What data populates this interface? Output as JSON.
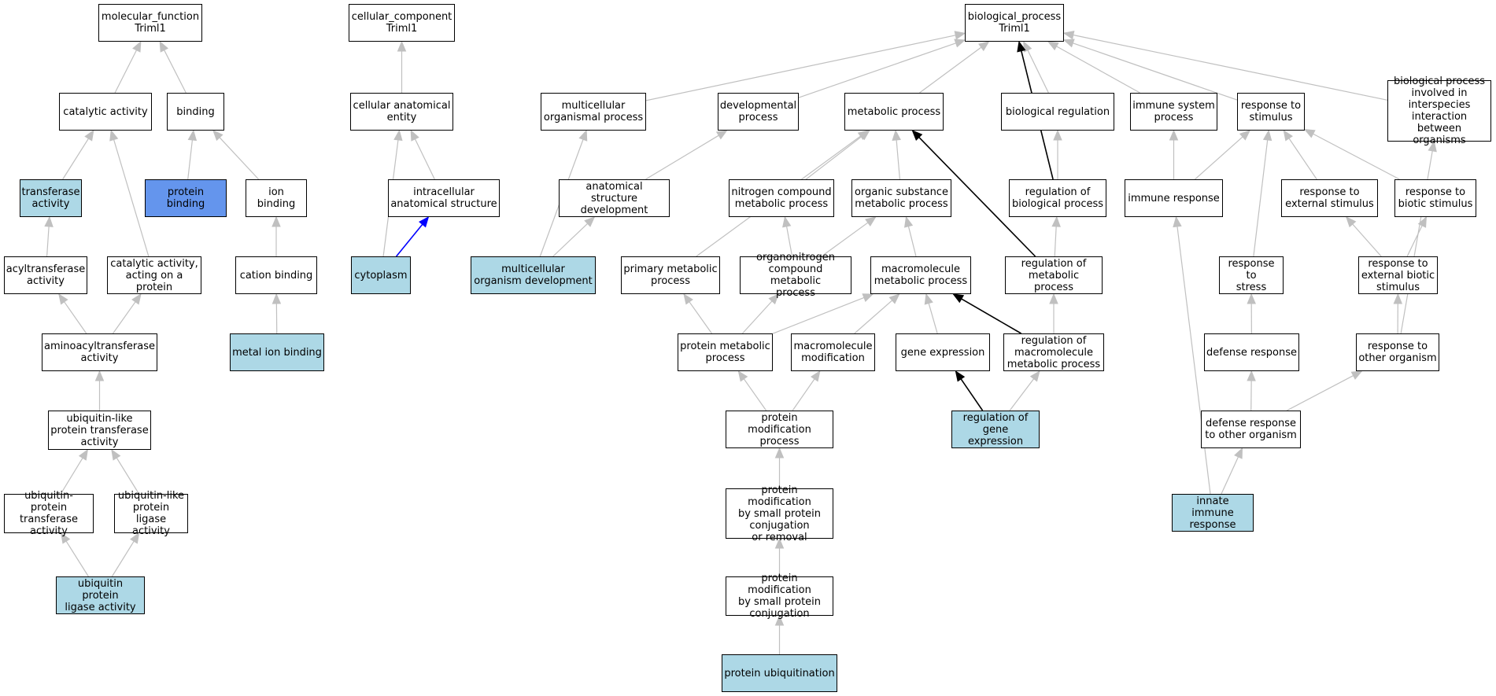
{
  "colors": {
    "annotated": "#add8e6",
    "selected": "#6495ed",
    "edge": "#c0c0c0",
    "regulates": "#000000",
    "part_of": "#0000ff"
  },
  "nodes": {
    "mf_root": {
      "label": "molecular_function\nTriml1",
      "style": "plain"
    },
    "catalytic": {
      "label": "catalytic activity",
      "style": "plain"
    },
    "binding": {
      "label": "binding",
      "style": "plain"
    },
    "transferase": {
      "label": "transferase\nactivity",
      "style": "light"
    },
    "protein_binding": {
      "label": "protein binding",
      "style": "strong"
    },
    "ion_binding": {
      "label": "ion binding",
      "style": "plain"
    },
    "acyltransferase": {
      "label": "acyltransferase\nactivity",
      "style": "plain"
    },
    "catalytic_protein": {
      "label": "catalytic activity,\nacting on a\nprotein",
      "style": "plain"
    },
    "cation_binding": {
      "label": "cation binding",
      "style": "plain"
    },
    "aminoacyl": {
      "label": "aminoacyltransferase\nactivity",
      "style": "plain"
    },
    "metal_ion": {
      "label": "metal ion binding",
      "style": "light"
    },
    "ubl_transferase": {
      "label": "ubiquitin-like\nprotein transferase\nactivity",
      "style": "plain"
    },
    "ub_transferase": {
      "label": "ubiquitin-protein\ntransferase\nactivity",
      "style": "plain"
    },
    "ubl_ligase": {
      "label": "ubiquitin-like\nprotein ligase\nactivity",
      "style": "plain"
    },
    "ub_ligase": {
      "label": "ubiquitin protein\nligase activity",
      "style": "light"
    },
    "cc_root": {
      "label": "cellular_component\nTriml1",
      "style": "plain"
    },
    "cell_anat": {
      "label": "cellular anatomical\nentity",
      "style": "plain"
    },
    "intracellular": {
      "label": "intracellular\nanatomical structure",
      "style": "plain"
    },
    "cytoplasm": {
      "label": "cytoplasm",
      "style": "light"
    },
    "bp_root": {
      "label": "biological_process\nTriml1",
      "style": "plain"
    },
    "multicell": {
      "label": "multicellular\norganismal process",
      "style": "plain"
    },
    "developmental": {
      "label": "developmental\nprocess",
      "style": "plain"
    },
    "metabolic": {
      "label": "metabolic process",
      "style": "plain"
    },
    "bio_reg": {
      "label": "biological regulation",
      "style": "plain"
    },
    "immune_sys": {
      "label": "immune system\nprocess",
      "style": "plain"
    },
    "resp_stim": {
      "label": "response to\nstimulus",
      "style": "plain"
    },
    "interspecies": {
      "label": "biological process\ninvolved in\ninterspecies\ninteraction\nbetween organisms",
      "style": "plain"
    },
    "anat_dev": {
      "label": "anatomical structure\ndevelopment",
      "style": "plain"
    },
    "nitrogen": {
      "label": "nitrogen compound\nmetabolic process",
      "style": "plain"
    },
    "organic": {
      "label": "organic substance\nmetabolic process",
      "style": "plain"
    },
    "reg_bio": {
      "label": "regulation of\nbiological process",
      "style": "plain"
    },
    "immune_resp": {
      "label": "immune response",
      "style": "plain"
    },
    "resp_ext": {
      "label": "response to\nexternal stimulus",
      "style": "plain"
    },
    "resp_biotic": {
      "label": "response to\nbiotic stimulus",
      "style": "plain"
    },
    "mc_dev": {
      "label": "multicellular\norganism development",
      "style": "light"
    },
    "primary": {
      "label": "primary metabolic\nprocess",
      "style": "plain"
    },
    "organonitrogen": {
      "label": "organonitrogen\ncompound metabolic\nprocess",
      "style": "plain"
    },
    "macromolecule": {
      "label": "macromolecule\nmetabolic process",
      "style": "plain"
    },
    "reg_metab": {
      "label": "regulation of\nmetabolic process",
      "style": "plain"
    },
    "resp_stress": {
      "label": "response to\nstress",
      "style": "plain"
    },
    "resp_ext_biotic": {
      "label": "response to\nexternal biotic\nstimulus",
      "style": "plain"
    },
    "protein_metab": {
      "label": "protein metabolic\nprocess",
      "style": "plain"
    },
    "macro_mod": {
      "label": "macromolecule\nmodification",
      "style": "plain"
    },
    "gene_expr": {
      "label": "gene expression",
      "style": "plain"
    },
    "reg_macro": {
      "label": "regulation of\nmacromolecule\nmetabolic process",
      "style": "plain"
    },
    "defense": {
      "label": "defense response",
      "style": "plain"
    },
    "resp_other": {
      "label": "response to\nother organism",
      "style": "plain"
    },
    "prot_mod": {
      "label": "protein modification\nprocess",
      "style": "plain"
    },
    "reg_gene": {
      "label": "regulation of\ngene expression",
      "style": "light"
    },
    "defense_other": {
      "label": "defense response\nto other organism",
      "style": "plain"
    },
    "small_conj_rem": {
      "label": "protein modification\nby small protein\nconjugation\nor removal",
      "style": "plain"
    },
    "innate": {
      "label": "innate immune\nresponse",
      "style": "light"
    },
    "small_conj": {
      "label": "protein modification\nby small protein\nconjugation",
      "style": "plain"
    },
    "ubiquitination": {
      "label": "protein ubiquitination",
      "style": "light"
    }
  },
  "edges": [
    {
      "from": "catalytic",
      "to": "mf_root",
      "kind": "is_a"
    },
    {
      "from": "binding",
      "to": "mf_root",
      "kind": "is_a"
    },
    {
      "from": "transferase",
      "to": "catalytic",
      "kind": "is_a"
    },
    {
      "from": "protein_binding",
      "to": "binding",
      "kind": "is_a"
    },
    {
      "from": "ion_binding",
      "to": "binding",
      "kind": "is_a"
    },
    {
      "from": "acyltransferase",
      "to": "transferase",
      "kind": "is_a"
    },
    {
      "from": "catalytic_protein",
      "to": "catalytic",
      "kind": "is_a"
    },
    {
      "from": "cation_binding",
      "to": "ion_binding",
      "kind": "is_a"
    },
    {
      "from": "aminoacyl",
      "to": "acyltransferase",
      "kind": "is_a"
    },
    {
      "from": "aminoacyl",
      "to": "catalytic_protein",
      "kind": "is_a"
    },
    {
      "from": "metal_ion",
      "to": "cation_binding",
      "kind": "is_a"
    },
    {
      "from": "ubl_transferase",
      "to": "aminoacyl",
      "kind": "is_a"
    },
    {
      "from": "ub_transferase",
      "to": "ubl_transferase",
      "kind": "is_a"
    },
    {
      "from": "ubl_ligase",
      "to": "ubl_transferase",
      "kind": "is_a"
    },
    {
      "from": "ub_ligase",
      "to": "ub_transferase",
      "kind": "is_a"
    },
    {
      "from": "ub_ligase",
      "to": "ubl_ligase",
      "kind": "is_a"
    },
    {
      "from": "cell_anat",
      "to": "cc_root",
      "kind": "is_a"
    },
    {
      "from": "intracellular",
      "to": "cell_anat",
      "kind": "is_a"
    },
    {
      "from": "cytoplasm",
      "to": "cell_anat",
      "kind": "is_a"
    },
    {
      "from": "cytoplasm",
      "to": "intracellular",
      "kind": "part_of"
    },
    {
      "from": "multicell",
      "to": "bp_root",
      "kind": "is_a"
    },
    {
      "from": "developmental",
      "to": "bp_root",
      "kind": "is_a"
    },
    {
      "from": "metabolic",
      "to": "bp_root",
      "kind": "is_a"
    },
    {
      "from": "bio_reg",
      "to": "bp_root",
      "kind": "is_a"
    },
    {
      "from": "immune_sys",
      "to": "bp_root",
      "kind": "is_a"
    },
    {
      "from": "resp_stim",
      "to": "bp_root",
      "kind": "is_a"
    },
    {
      "from": "interspecies",
      "to": "bp_root",
      "kind": "is_a"
    },
    {
      "from": "reg_bio",
      "to": "bp_root",
      "kind": "regulates"
    },
    {
      "from": "anat_dev",
      "to": "developmental",
      "kind": "is_a"
    },
    {
      "from": "mc_dev",
      "to": "multicell",
      "kind": "is_a"
    },
    {
      "from": "mc_dev",
      "to": "anat_dev",
      "kind": "is_a"
    },
    {
      "from": "nitrogen",
      "to": "metabolic",
      "kind": "is_a"
    },
    {
      "from": "organic",
      "to": "metabolic",
      "kind": "is_a"
    },
    {
      "from": "primary",
      "to": "metabolic",
      "kind": "is_a"
    },
    {
      "from": "reg_bio",
      "to": "bio_reg",
      "kind": "is_a"
    },
    {
      "from": "reg_metab",
      "to": "metabolic",
      "kind": "regulates"
    },
    {
      "from": "reg_metab",
      "to": "reg_bio",
      "kind": "is_a"
    },
    {
      "from": "immune_resp",
      "to": "immune_sys",
      "kind": "is_a"
    },
    {
      "from": "immune_resp",
      "to": "resp_stim",
      "kind": "is_a"
    },
    {
      "from": "resp_ext",
      "to": "resp_stim",
      "kind": "is_a"
    },
    {
      "from": "resp_biotic",
      "to": "resp_stim",
      "kind": "is_a"
    },
    {
      "from": "resp_stress",
      "to": "resp_stim",
      "kind": "is_a"
    },
    {
      "from": "organonitrogen",
      "to": "nitrogen",
      "kind": "is_a"
    },
    {
      "from": "organonitrogen",
      "to": "organic",
      "kind": "is_a"
    },
    {
      "from": "macromolecule",
      "to": "organic",
      "kind": "is_a"
    },
    {
      "from": "resp_ext_biotic",
      "to": "resp_ext",
      "kind": "is_a"
    },
    {
      "from": "resp_ext_biotic",
      "to": "resp_biotic",
      "kind": "is_a"
    },
    {
      "from": "protein_metab",
      "to": "primary",
      "kind": "is_a"
    },
    {
      "from": "protein_metab",
      "to": "organonitrogen",
      "kind": "is_a"
    },
    {
      "from": "protein_metab",
      "to": "macromolecule",
      "kind": "is_a"
    },
    {
      "from": "macro_mod",
      "to": "macromolecule",
      "kind": "is_a"
    },
    {
      "from": "gene_expr",
      "to": "macromolecule",
      "kind": "is_a"
    },
    {
      "from": "reg_macro",
      "to": "macromolecule",
      "kind": "regulates"
    },
    {
      "from": "reg_macro",
      "to": "reg_metab",
      "kind": "is_a"
    },
    {
      "from": "defense",
      "to": "resp_stress",
      "kind": "is_a"
    },
    {
      "from": "resp_other",
      "to": "resp_ext_biotic",
      "kind": "is_a"
    },
    {
      "from": "resp_other",
      "to": "interspecies",
      "kind": "is_a"
    },
    {
      "from": "prot_mod",
      "to": "protein_metab",
      "kind": "is_a"
    },
    {
      "from": "prot_mod",
      "to": "macro_mod",
      "kind": "is_a"
    },
    {
      "from": "reg_gene",
      "to": "gene_expr",
      "kind": "regulates"
    },
    {
      "from": "reg_gene",
      "to": "reg_macro",
      "kind": "is_a"
    },
    {
      "from": "defense_other",
      "to": "defense",
      "kind": "is_a"
    },
    {
      "from": "defense_other",
      "to": "resp_other",
      "kind": "is_a"
    },
    {
      "from": "small_conj_rem",
      "to": "prot_mod",
      "kind": "is_a"
    },
    {
      "from": "innate",
      "to": "immune_resp",
      "kind": "is_a"
    },
    {
      "from": "innate",
      "to": "defense_other",
      "kind": "is_a"
    },
    {
      "from": "small_conj",
      "to": "small_conj_rem",
      "kind": "is_a"
    },
    {
      "from": "ubiquitination",
      "to": "small_conj",
      "kind": "is_a"
    }
  ]
}
